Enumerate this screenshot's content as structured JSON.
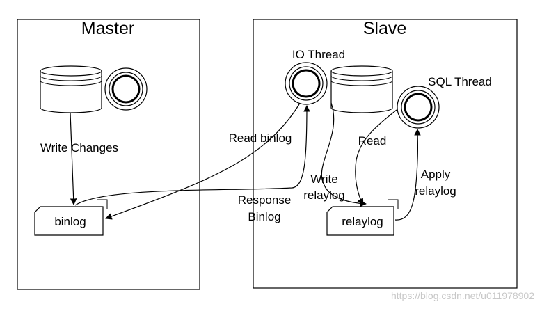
{
  "master": {
    "title": "Master"
  },
  "slave": {
    "title": "Slave"
  },
  "nodes": {
    "binlog": "binlog",
    "relaylog": "relaylog",
    "io_thread": "IO Thread",
    "sql_thread": "SQL Thread"
  },
  "edges": {
    "write_changes": "Write Changes",
    "read_binlog": "Read binlog",
    "response_binlog_1": "Response",
    "response_binlog_2": "Binlog",
    "write_relaylog_1": "Write",
    "write_relaylog_2": "relaylog",
    "read": "Read",
    "apply_relaylog_1": "Apply",
    "apply_relaylog_2": "relaylog"
  },
  "watermark": "https://blog.csdn.net/u011978902"
}
